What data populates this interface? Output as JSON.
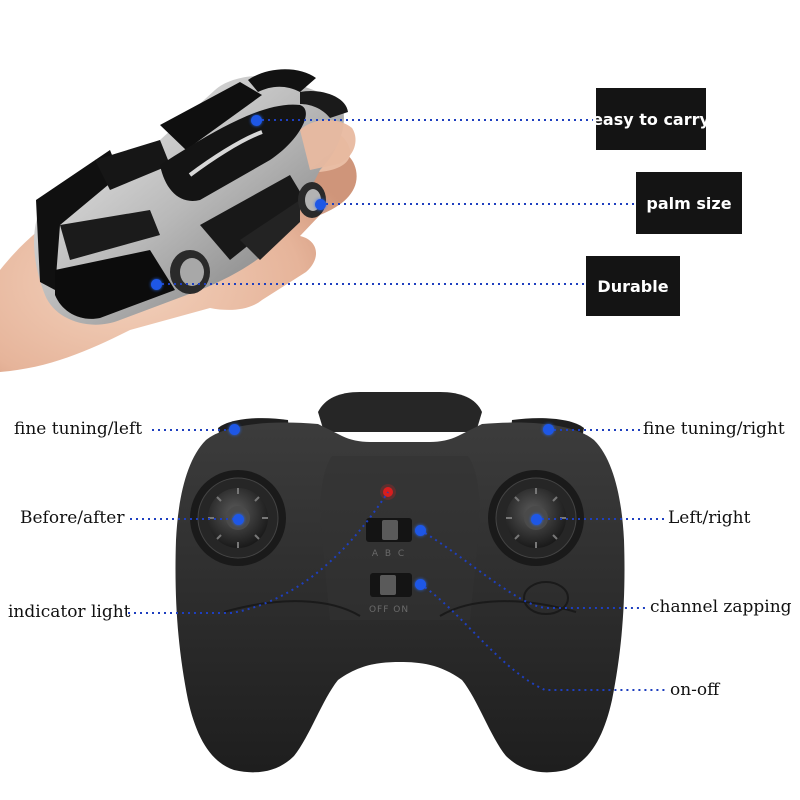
{
  "product": {
    "car_image_label": "palm-size wall-climbing rc car held in hand",
    "remote_image_label": "handheld remote controller"
  },
  "top_labels": {
    "easy_to_carry": "easy to carry",
    "palm_size": "palm size",
    "durable": "Durable"
  },
  "remote_labels": {
    "fine_tuning_left": "fine tuning/left",
    "fine_tuning_right": "fine tuning/right",
    "before_after": "Before/after",
    "left_right": "Left/right",
    "indicator_light": "indicator light",
    "channel_zapping": "channel zapping",
    "on_off": "on-off"
  },
  "remote_markings": {
    "channel_letters": "A B C",
    "power_letters": "OFF ON"
  },
  "colors": {
    "dot": "#1e57e6",
    "leader": "#1e3fbf",
    "tag_bg": "#141414",
    "remote_body": "#2b2b2b",
    "indicator": "#d81e1e"
  }
}
